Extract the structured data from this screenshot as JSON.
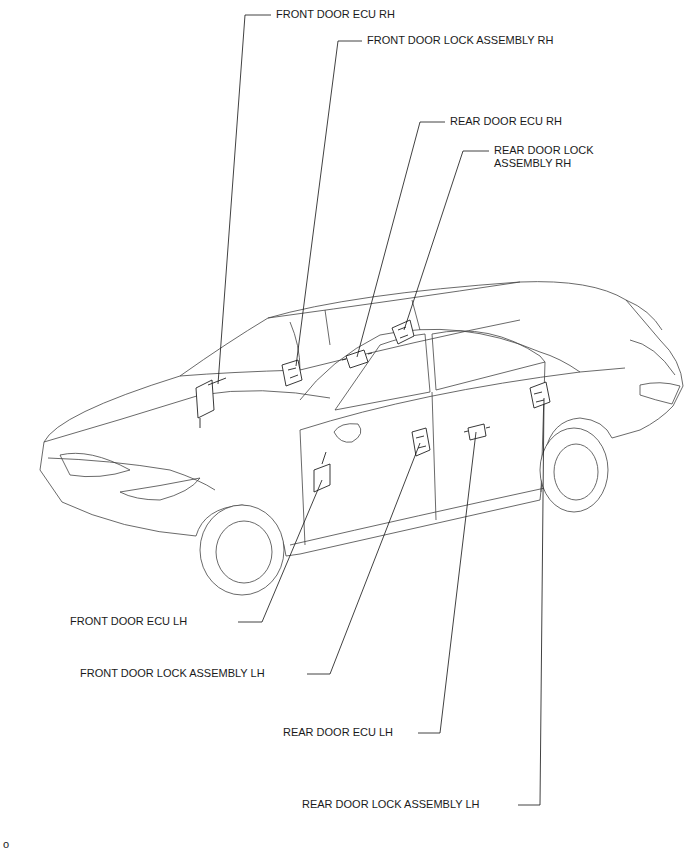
{
  "diagram": {
    "labels": [
      "FRONT DOOR ECU RH",
      "FRONT DOOR LOCK ASSEMBLY RH",
      "REAR DOOR ECU RH",
      "REAR DOOR LOCK ASSEMBLY RH",
      "FRONT DOOR ECU LH",
      "FRONT DOOR LOCK ASSEMBLY LH",
      "REAR DOOR ECU LH",
      "REAR DOOR LOCK ASSEMBLY LH",
      "o"
    ]
  }
}
